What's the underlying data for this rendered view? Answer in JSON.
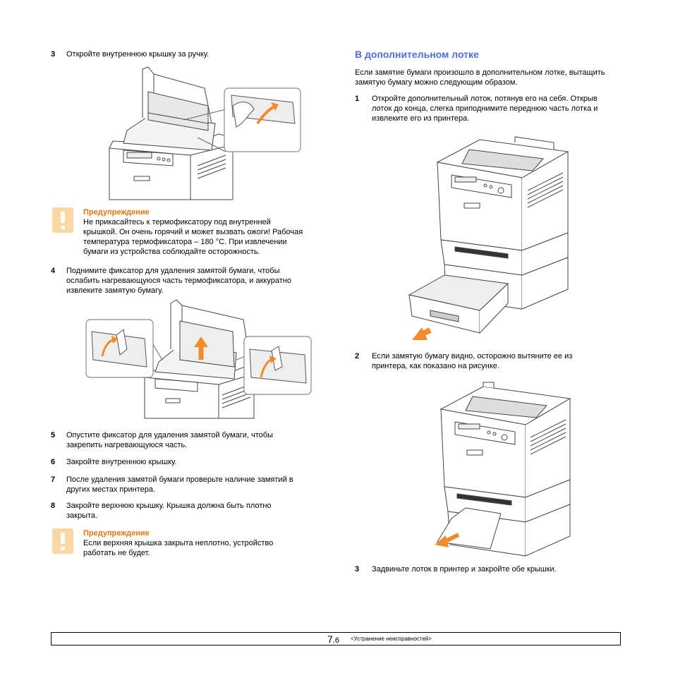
{
  "left": {
    "step3": {
      "num": "3",
      "text": "Откройте внутреннюю крышку за ручку."
    },
    "warning1": {
      "title": "Предупреждение",
      "lines": [
        "Не прикасайтесь к термофиксатору под внутренней",
        "крышкой. Он очень горячий и может вызвать ожоги! Рабочая",
        "температура термофиксатора – 180 °C. При извлечении",
        "бумаги из устройства соблюдайте осторожность."
      ]
    },
    "step4": {
      "num": "4",
      "lines": [
        "Поднимите фиксатор для удаления замятой бумаги, чтобы",
        "ослабить нагревающуюся часть термофиксатора, и аккуратно",
        "извлеките замятую бумагу."
      ]
    },
    "step5": {
      "num": "5",
      "lines": [
        "Опустите фиксатор для удаления замятой бумаги, чтобы",
        "закрепить нагревающуюся часть."
      ]
    },
    "step6": {
      "num": "6",
      "text": "Закройте внутреннюю крышку."
    },
    "step7": {
      "num": "7",
      "lines": [
        "После удаления замятой бумаги проверьте наличие замятий в",
        "других местах принтера."
      ]
    },
    "step8": {
      "num": "8",
      "lines": [
        "Закройте верхнюю крышку. Крышка должна быть плотно",
        "закрыта."
      ]
    },
    "warning2": {
      "title": "Предупреждение",
      "lines": [
        "Если верхняя крышка закрыта неплотно, устройство",
        "работать не будет."
      ]
    }
  },
  "right": {
    "heading": "В дополнительном лотке",
    "intro": [
      "Если замятие бумаги произошло в дополнительном лотке, вытащить",
      "замятую бумагу можно следующим образом."
    ],
    "step1": {
      "num": "1",
      "lines": [
        "Откройте дополнительный лоток, потянув его на себя. Открыв",
        "лоток до конца, слегка приподнимите переднюю часть лотка и",
        "извлеките его из принтера."
      ]
    },
    "step2": {
      "num": "2",
      "lines": [
        "Если замятую бумагу видно, осторожно вытяните ее из",
        "принтера, как показано на рисунке."
      ]
    },
    "step3": {
      "num": "3",
      "text": "Задвиньте лоток в принтер и закройте обе крышки."
    }
  },
  "footer": {
    "page_major": "7",
    "page_minor": ".6",
    "section": "<Устранение неисправностей>"
  },
  "colors": {
    "heading": "#4a6fd8",
    "warning_title": "#e8730b",
    "warning_icon": "#fbd8a3",
    "arrow": "#f28c28"
  }
}
